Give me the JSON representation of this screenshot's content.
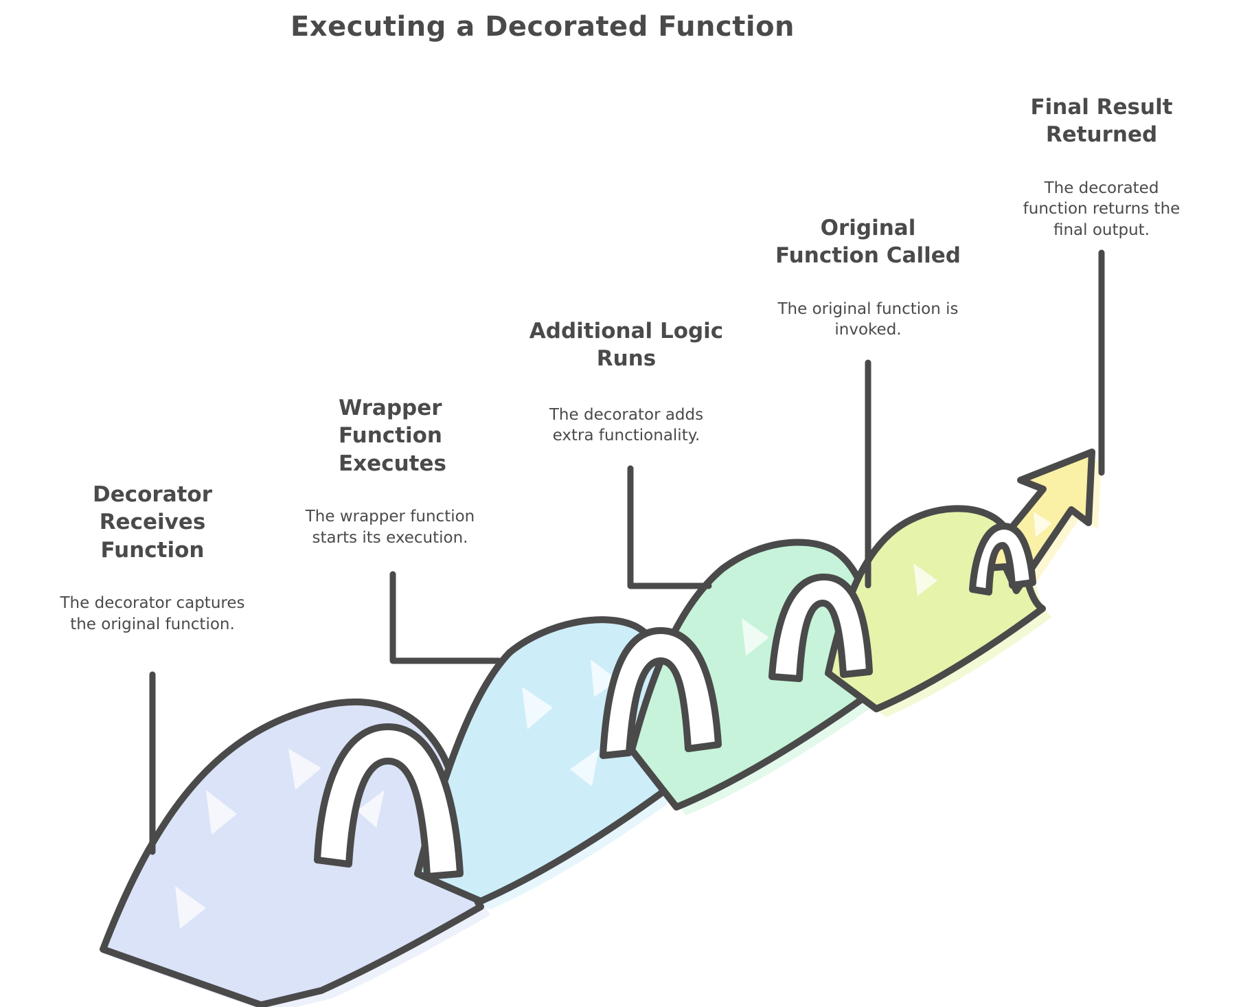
{
  "title": "Executing a Decorated Function",
  "stages": [
    {
      "heading": "Decorator Receives Function",
      "description": "The decorator captures the original function."
    },
    {
      "heading": "Wrapper Function Executes",
      "description": "The wrapper function starts its execution."
    },
    {
      "heading": "Additional Logic Runs",
      "description": "The decorator adds extra functionality."
    },
    {
      "heading": "Original Function Called",
      "description": "The original function is invoked."
    },
    {
      "heading": "Final Result Returned",
      "description": "The decorated function returns the final output."
    }
  ],
  "ribbon": {
    "outline_color": "#4a4a4a",
    "text_color": "#4a4a4a",
    "sections": [
      {
        "name": "decorator-receives-function",
        "color": "#dbe3f8"
      },
      {
        "name": "wrapper-function-executes",
        "color": "#cdedf9"
      },
      {
        "name": "additional-logic-runs",
        "color": "#c6f3d9"
      },
      {
        "name": "original-function-called",
        "color": "#e5f3ab"
      }
    ],
    "arrow_color": "#faf0a6",
    "fold_color": "#ffffff"
  }
}
